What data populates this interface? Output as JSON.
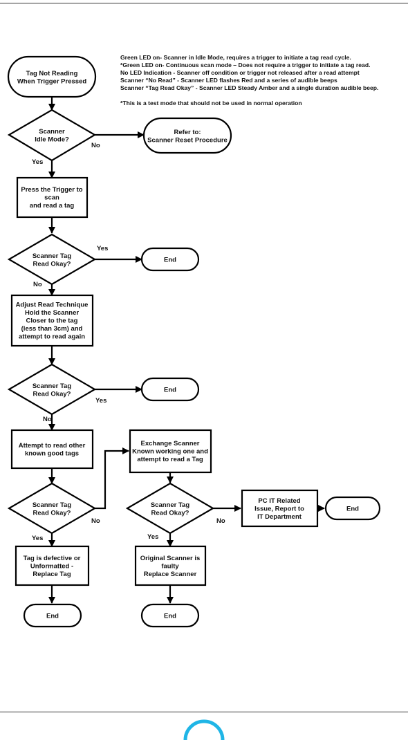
{
  "legend": {
    "lines": [
      "Green LED on- Scanner in Idle Mode, requires a trigger to initiate a tag read cycle.",
      "*Green LED on- Continuous scan mode –  Does not require a trigger to initiate a tag read.",
      "No LED Indication - Scanner off condition or trigger not released after a read attempt",
      "Scanner “No Read” - Scanner LED flashes Red and a series of audible beeps",
      "Scanner “Tag  Read Okay” - Scanner LED Steady Amber and a single duration audible beep."
    ],
    "footnote": "*This is a test mode that should not be used in normal operation"
  },
  "nodes": {
    "start": [
      "Tag Not Reading",
      "When Trigger Pressed"
    ],
    "idle_decision": [
      "Scanner",
      "Idle Mode?"
    ],
    "refer_reset": [
      "Refer to:",
      "Scanner Reset Procedure"
    ],
    "press_trigger": [
      "Press the Trigger to",
      "scan",
      "and read a tag"
    ],
    "read_ok_1": [
      "Scanner Tag",
      "Read Okay?"
    ],
    "end_1": [
      "End"
    ],
    "adjust_technique": [
      "Adjust Read Technique",
      "Hold the Scanner",
      "Closer to the tag",
      "(less than 3cm) and",
      "attempt to read again"
    ],
    "read_ok_2": [
      "Scanner Tag",
      "Read Okay?"
    ],
    "end_2": [
      "End"
    ],
    "read_other_tags": [
      "Attempt to read other",
      "known good tags"
    ],
    "read_ok_3": [
      "Scanner Tag",
      "Read Okay?"
    ],
    "tag_defective": [
      "Tag is defective or",
      "Unformatted -",
      "Replace Tag"
    ],
    "end_3": [
      "End"
    ],
    "exchange_scanner": [
      "Exchange Scanner",
      "Known working one and",
      "attempt to read a Tag"
    ],
    "read_ok_4": [
      "Scanner Tag",
      "Read Okay?"
    ],
    "scanner_faulty": [
      "Original Scanner is",
      "faulty",
      "Replace Scanner"
    ],
    "end_4": [
      "End"
    ],
    "pc_it_issue": [
      "PC IT Related",
      "Issue, Report to",
      "IT Department"
    ],
    "end_5": [
      "End"
    ]
  },
  "edge_labels": {
    "idle_no": "No",
    "idle_yes": "Yes",
    "read1_yes": "Yes",
    "read1_no": "No",
    "read2_yes": "Yes",
    "read2_no": "No",
    "read3_no": "No",
    "read3_yes": "Yes",
    "read4_no": "No",
    "read4_yes": "Yes"
  }
}
